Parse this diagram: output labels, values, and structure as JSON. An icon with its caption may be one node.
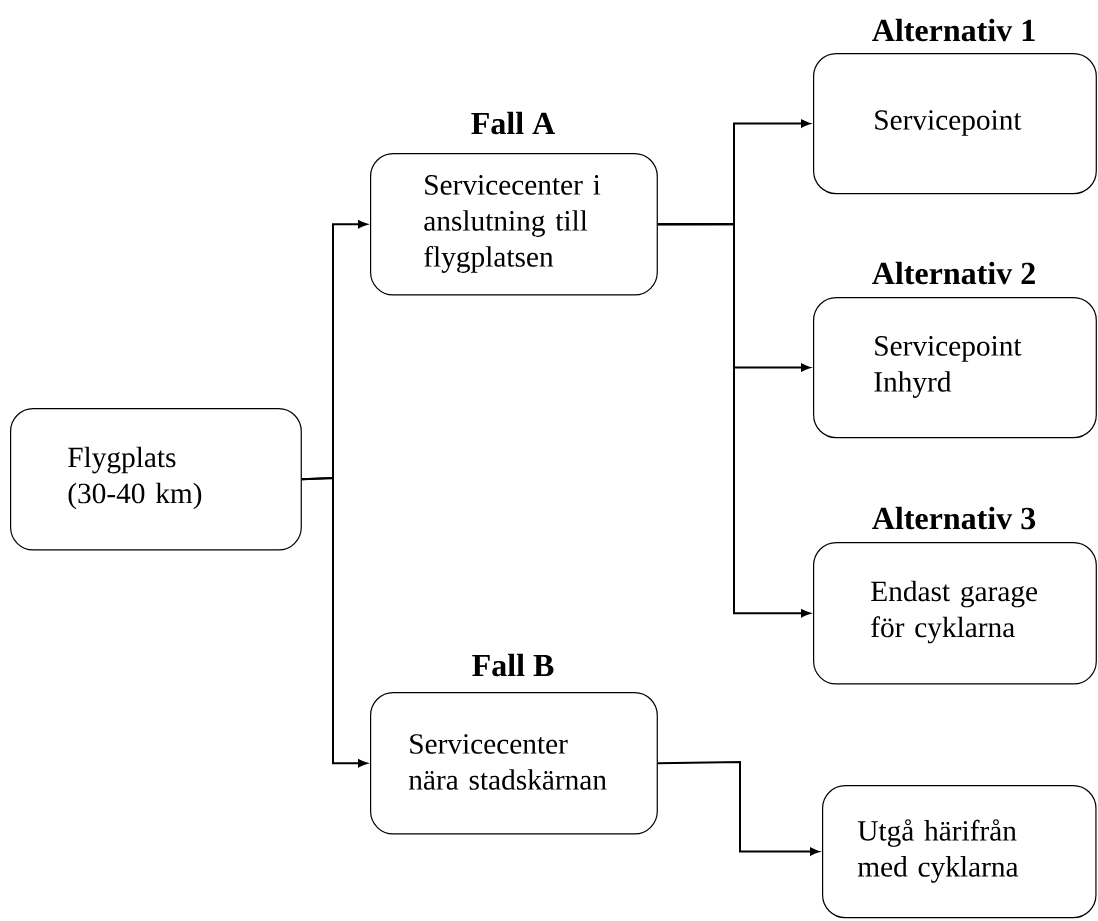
{
  "diagram": {
    "nodes": [
      {
        "text": [
          "Flygplats (30-40 km)"
        ]
      },
      {
        "text": [
          "Fall A",
          "Servicecenter i anslutning till flygplatsen"
        ]
      },
      {
        "text": [
          "Alternativ 1",
          "Servicepoint"
        ]
      },
      {
        "text": [
          "Alternativ 2",
          "Servicepoint Inhyrd"
        ]
      },
      {
        "text": [
          "Alternativ 3",
          "Endast garage för cyklarna"
        ]
      },
      {
        "text": [
          "Fall B",
          "Servicecenter nära stadskärnan"
        ]
      },
      {
        "text": [
          "Utgå härifrån med cyklarna"
        ]
      }
    ],
    "edges": [
      {
        "from": 0,
        "to": 1,
        "arrow": "to"
      },
      {
        "from": 0,
        "to": 5,
        "arrow": "to"
      },
      {
        "from": 1,
        "to": 2,
        "arrow": "to"
      },
      {
        "from": 1,
        "to": 3,
        "arrow": "to"
      },
      {
        "from": 1,
        "to": 4,
        "arrow": "to"
      },
      {
        "from": 5,
        "to": 6,
        "arrow": "to"
      }
    ]
  }
}
